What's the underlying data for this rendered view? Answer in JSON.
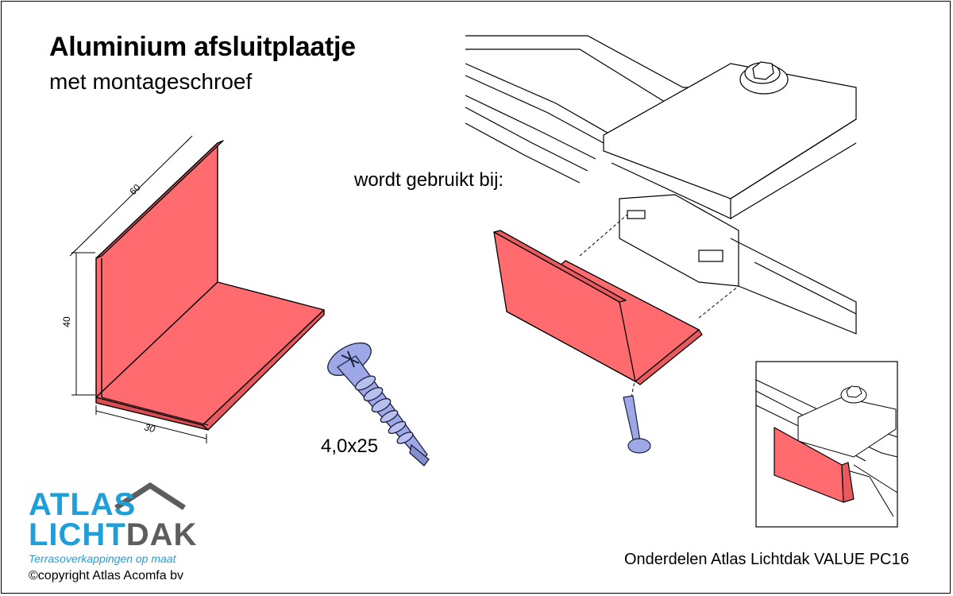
{
  "header": {
    "title": "Aluminium afsluitplaatje",
    "subtitle": "met montageschroef"
  },
  "dimensions": {
    "length": "60",
    "height": "40",
    "depth": "30"
  },
  "screw": {
    "size": "4,0x25"
  },
  "usage": {
    "label": "wordt gebruikt bij:"
  },
  "brand": {
    "word1": "ATLAS",
    "word2a": "LICHT",
    "word2b": "DAK",
    "tagline": "Terrasoverkappingen op maat",
    "copyright": "©copyright Atlas Acomfa bv"
  },
  "footer": {
    "product": "Onderdelen Atlas Lichtdak VALUE PC16"
  },
  "colors": {
    "plate": "#ff6b6f",
    "screw": "#9fa8e6",
    "brand_blue": "#1e9fd9",
    "brand_grey": "#5d5d5d"
  }
}
